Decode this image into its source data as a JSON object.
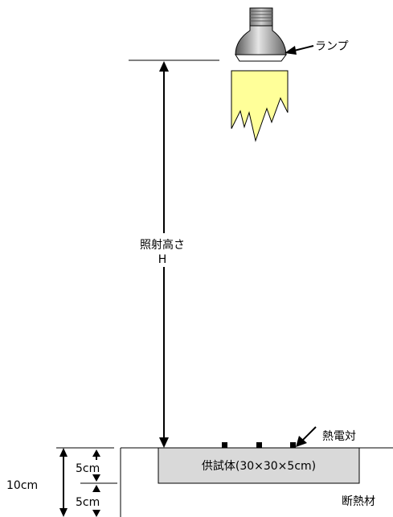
{
  "labels": {
    "lamp": "ランプ",
    "height_line1": "照射高さ",
    "height_line2": "H",
    "thermocouple": "熱電対",
    "specimen": "供試体(30×30×5cm)",
    "insulation": "断熱材",
    "dim_10cm": "10cm",
    "dim_5cm_top": "5cm",
    "dim_5cm_bottom": "5cm"
  },
  "colors": {
    "light": "#FFFF99",
    "specimen_fill": "#D9D9D9",
    "lamp_body": "#999999",
    "line": "#000000"
  }
}
